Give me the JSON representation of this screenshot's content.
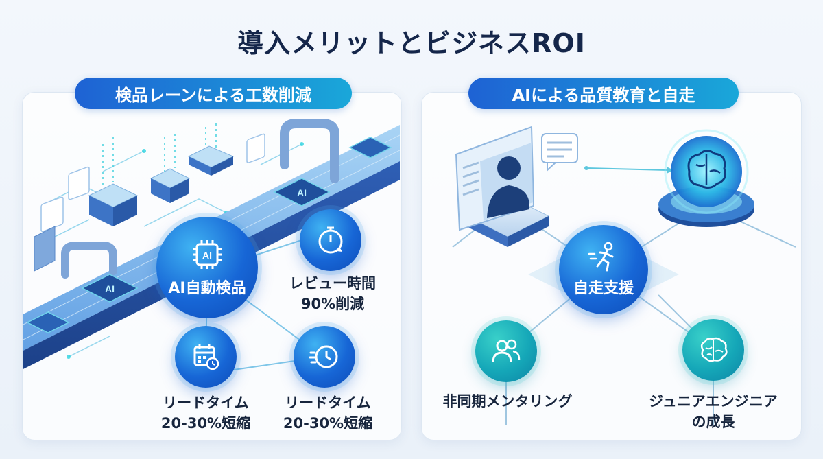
{
  "title": "導入メリットとビジネスROI",
  "left_panel": {
    "heading": "検品レーンによる工数削減",
    "center_node": {
      "icon": "ai-chip-icon",
      "label": "AI自動検品"
    },
    "chip_labels": [
      "AI",
      "AI"
    ],
    "benefits": [
      {
        "icon": "stopwatch-icon",
        "line1": "レビュー時間",
        "line2": "90%削減"
      },
      {
        "icon": "calendar-clock-icon",
        "line1": "リードタイム",
        "line2": "20-30%短縮"
      },
      {
        "icon": "fast-clock-icon",
        "line1": "リードタイム",
        "line2": "20-30%短縮"
      }
    ]
  },
  "right_panel": {
    "heading": "AIによる品質教育と自走",
    "center_node": {
      "icon": "running-person-icon",
      "label": "自走支援"
    },
    "benefits": [
      {
        "icon": "people-icon",
        "line1": "非同期メンタリング"
      },
      {
        "icon": "brain-icon",
        "line1": "ジュニアエンジニア",
        "line2": "の成長"
      }
    ]
  },
  "colors": {
    "primary": "#1766d6",
    "accent": "#1aa7d9",
    "teal": "#15a7b8",
    "title": "#15264a"
  }
}
